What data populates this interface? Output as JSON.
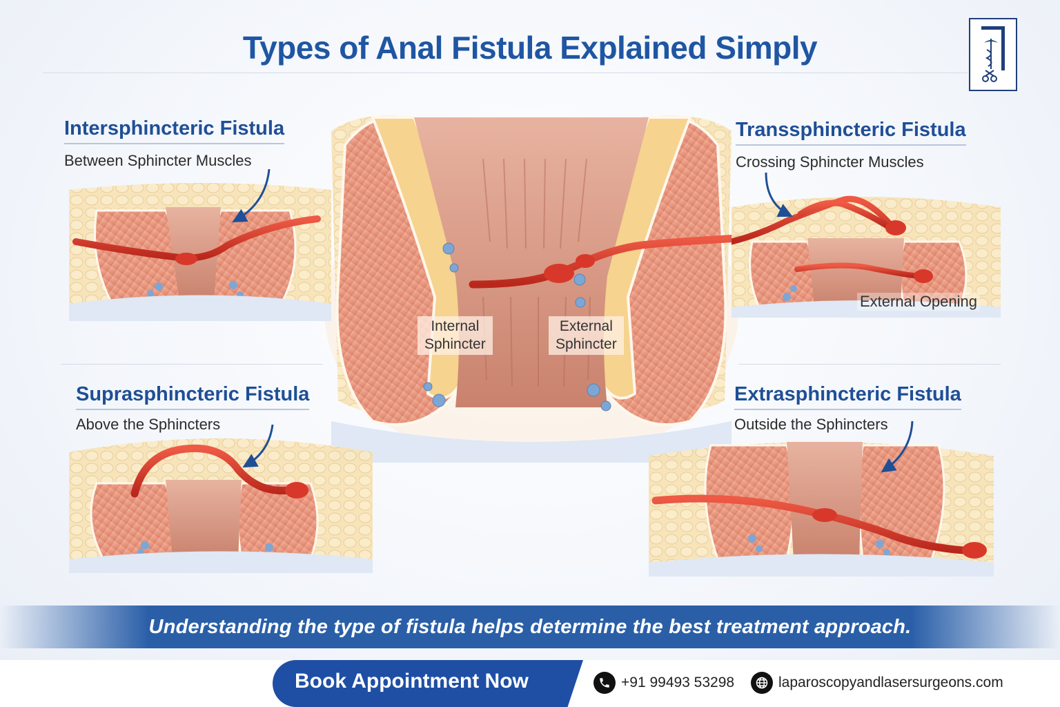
{
  "title": "Types of Anal Fistula Explained Simply",
  "panels": {
    "intersphincteric": {
      "title": "Intersphincteric Fistula",
      "subtitle": "Between Sphincter Muscles"
    },
    "transsphincteric": {
      "title": "Transsphincteric Fistula",
      "subtitle": "Crossing Sphincter Muscles",
      "label": "External Opening"
    },
    "suprasphincteric": {
      "title": "Suprasphincteric Fistula",
      "subtitle": "Above the Sphincters"
    },
    "extrasphincteric": {
      "title": "Extrasphincteric Fistula",
      "subtitle": "Outside the Sphincters"
    }
  },
  "center": {
    "internal_label_1": "Internal",
    "internal_label_2": "Sphincter",
    "external_label_1": "External",
    "external_label_2": "Sphincter"
  },
  "banner": "Understanding the type of fistula helps determine the best treatment approach.",
  "footer": {
    "book_button": "Book Appointment Now",
    "phone": "+91 99493 53298",
    "website": "laparoscopyandlasersurgeons.com"
  },
  "colors": {
    "title_blue": "#1f56a3",
    "tract_red": "#d9392b",
    "muscle": "#e99a82",
    "fat": "#f7e0a8",
    "banner_blue": "#2a5fa8"
  },
  "icons": [
    "caduceus-logo-icon",
    "phone-icon",
    "globe-icon",
    "arrow-icon"
  ]
}
